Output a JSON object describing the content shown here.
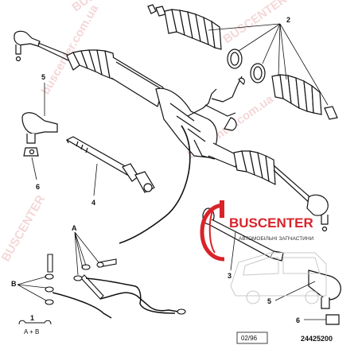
{
  "diagram": {
    "callouts": {
      "c1": "1",
      "c1_sub": "A + B",
      "c2": "2",
      "c3": "3",
      "c4": "4",
      "c5_left": "5",
      "c5_right": "5",
      "c6_left": "6",
      "c6_right": "6",
      "cA": "A",
      "cB": "B"
    },
    "date_code": "02/96",
    "part_number": "24425200"
  },
  "brand": {
    "name": "BUSCENTER",
    "tagline": "АВТОМОБІЛЬНІ ЗАПЧАСТИНИ",
    "color": "#d9232a",
    "watermark": "BUSCENTER",
    "watermark_url": "buscenter.com.ua",
    "logo_icon": "buscenter-logo-icon"
  }
}
